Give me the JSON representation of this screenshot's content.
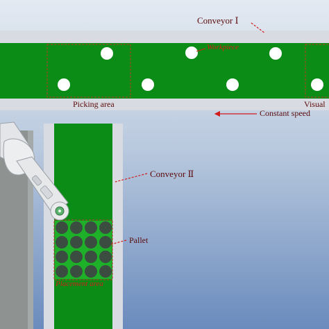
{
  "labels": {
    "conveyor_1": "Conveyor Ⅰ",
    "workpiece": "Workpiece",
    "picking_area": "Picking area",
    "visual": "Visual",
    "constant_speed": "Constant speed",
    "conveyor_2": "Conveyor Ⅱ",
    "pallet": "Pallet",
    "placement_area": "Placement area"
  },
  "colors": {
    "belt_green": "#0b8c16",
    "rail_gray": "#dadde3",
    "sky_top": "#dfe6ef",
    "sky_bottom": "#6f8fbf",
    "annotation_red": "#d21b1b",
    "robot_white": "#e6e8ea",
    "tile_dark": "#3a4d40"
  },
  "pallet": {
    "rows": 4,
    "cols": 4
  },
  "conveyor_1_workpiece_count": 7
}
